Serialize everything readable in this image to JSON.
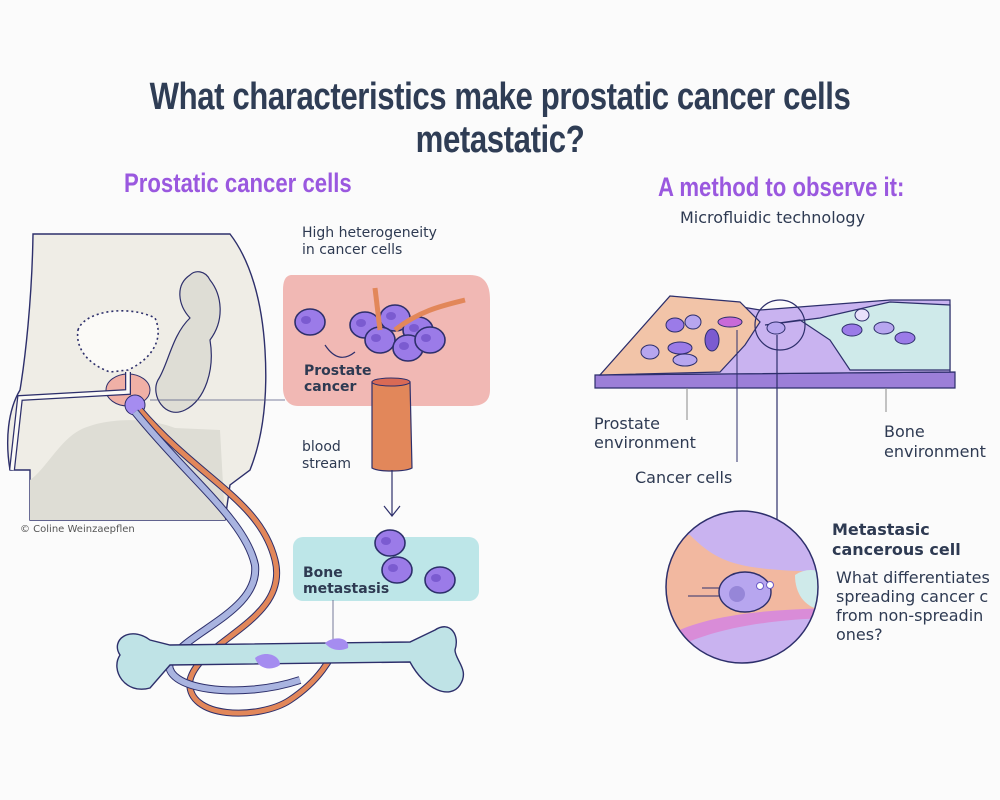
{
  "title": "What characteristics make prostatic cancer cells metastatic?",
  "left_panel": {
    "heading": "Prostatic cancer cells",
    "heterogeneity_label_line1": "High heterogeneity",
    "heterogeneity_label_line2": "in cancer cells",
    "prostate_cancer_line1": "Prostate",
    "prostate_cancer_line2": "cancer",
    "blood_stream_line1": "blood",
    "blood_stream_line2": "stream",
    "bone_metastasis_line1": "Bone",
    "bone_metastasis_line2": "metastasis",
    "credit": "© Coline Weinzaepflen"
  },
  "right_panel": {
    "heading": "A method to observe it:",
    "subheading": "Microfluidic technology",
    "prostate_env_line1": "Prostate",
    "prostate_env_line2": "environment",
    "cancer_cells": "Cancer cells",
    "bone_env_line1": "Bone",
    "bone_env_line2": "environment",
    "metastasic_line1": "Metastasic",
    "metastasic_line2": "cancerous cell",
    "question_line1": "What differentiates",
    "question_line2": "spreading cancer c",
    "question_line3": "from non-spreadin",
    "question_line4": "ones?"
  },
  "colors": {
    "title": "#2f3d55",
    "heading": "#9a58df",
    "prostate_box": "#f1b8b4",
    "bone_box": "#bde6e8",
    "cell": "#9b7be8",
    "vessel": "#e2875a",
    "outline": "#2d2f6b"
  }
}
